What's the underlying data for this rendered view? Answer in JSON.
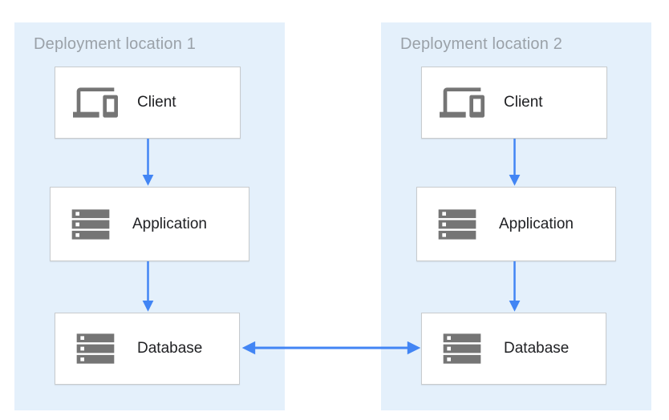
{
  "diagram": {
    "locations": [
      {
        "title": "Deployment location 1",
        "nodes": [
          {
            "label": "Client",
            "icon": "devices-icon"
          },
          {
            "label": "Application",
            "icon": "storage-icon"
          },
          {
            "label": "Database",
            "icon": "storage-icon"
          }
        ]
      },
      {
        "title": "Deployment location 2",
        "nodes": [
          {
            "label": "Client",
            "icon": "devices-icon"
          },
          {
            "label": "Application",
            "icon": "storage-icon"
          },
          {
            "label": "Database",
            "icon": "storage-icon"
          }
        ]
      }
    ],
    "connections": [
      {
        "from": "client-1",
        "to": "application-1",
        "direction": "down"
      },
      {
        "from": "application-1",
        "to": "database-1",
        "direction": "down"
      },
      {
        "from": "client-2",
        "to": "application-2",
        "direction": "down"
      },
      {
        "from": "application-2",
        "to": "database-2",
        "direction": "down"
      },
      {
        "from": "database-1",
        "to": "database-2",
        "direction": "bidirectional"
      }
    ],
    "colors": {
      "panel_bg": "#e4f0fb",
      "arrow": "#4285f4",
      "icon": "#757575",
      "node_border": "#c8cbcd",
      "title_text": "#9aa1a8",
      "label_text": "#202124",
      "node_bg": "#ffffff",
      "page_bg": "#ffffff"
    }
  }
}
